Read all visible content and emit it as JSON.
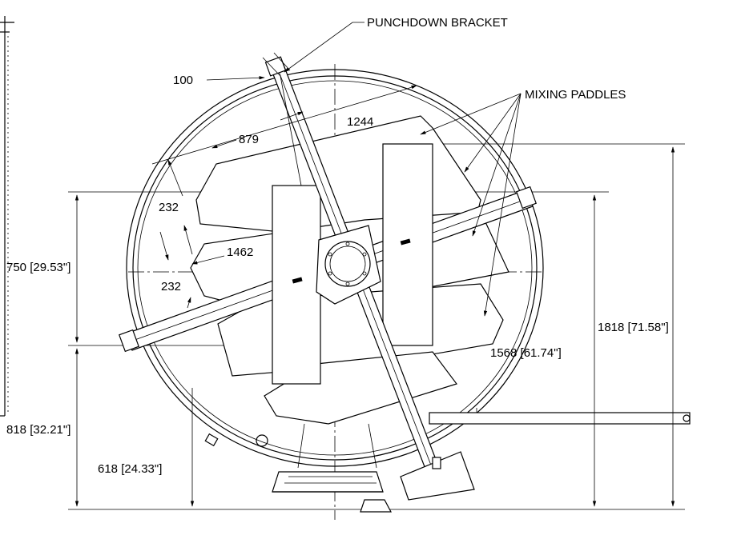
{
  "callouts": {
    "punchdown_bracket": "PUNCHDOWN BRACKET",
    "mixing_paddles": "MIXING PADDLES"
  },
  "dimensions": {
    "d100": "100",
    "d879": "879",
    "d1244": "1244",
    "d232_top": "232",
    "d1462": "1462",
    "d232_bottom": "232",
    "d750": "750 [29.53\"]",
    "d818": "818 [32.21\"]",
    "d618": "618 [24.33\"]",
    "d1568": "1568 [61.74\"]",
    "d1818": "1818 [71.58\"]"
  }
}
